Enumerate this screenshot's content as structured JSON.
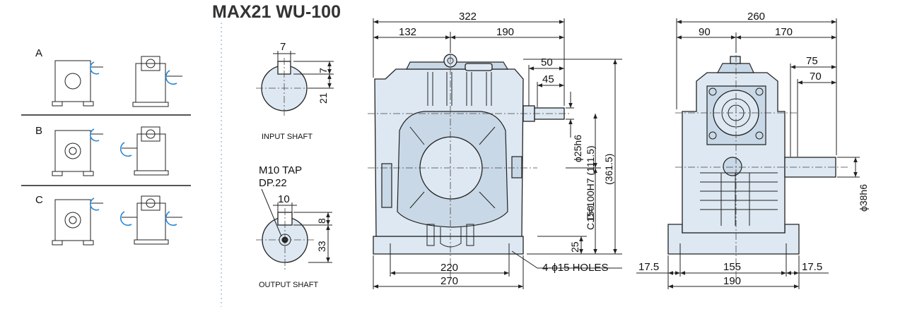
{
  "title": "MAX21 WU-100",
  "mount_options": [
    {
      "label": "A"
    },
    {
      "label": "B"
    },
    {
      "label": "C"
    }
  ],
  "input_shaft": {
    "caption": "INPUT SHAFT",
    "key_width": "7",
    "key_depth": "7",
    "center_height": "21"
  },
  "output_shaft": {
    "tap_line1": "M10 TAP",
    "tap_line2": "DP.22",
    "key_width": "10",
    "key_depth": "8",
    "center_height": "33",
    "caption": "OUTPUT SHAFT"
  },
  "front_view": {
    "overall_length": "322",
    "left_length": "132",
    "right_length": "190",
    "shaft_projection": "50",
    "shaft_key_length": "45",
    "input_shaft_dia": "ϕ25h6",
    "center_distance": "C.D=100H7 (111.5)",
    "overall_height": "(361.5)",
    "shaft_height": "150",
    "base_thickness": "25",
    "hole_pitch": "220",
    "base_length": "270",
    "holes": "4-ϕ15 HOLES"
  },
  "side_view": {
    "overall_width": "260",
    "left_width": "90",
    "right_width": "170",
    "shaft_projection": "75",
    "shaft_key_length": "70",
    "output_shaft_dia": "ϕ38h6",
    "edge_left": "17.5",
    "hole_pitch": "155",
    "edge_right": "17.5",
    "base_width": "190"
  }
}
